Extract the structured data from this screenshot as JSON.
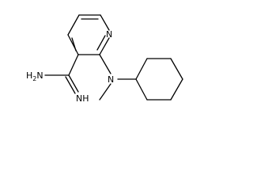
{
  "molecule": {
    "atoms": {
      "ring_nitrogen": "N",
      "amine_nitrogen": "N",
      "amidine_nh": "NH",
      "amidine_h2n": {
        "main": "H",
        "subscript": "2",
        "suffix": "N"
      }
    }
  }
}
